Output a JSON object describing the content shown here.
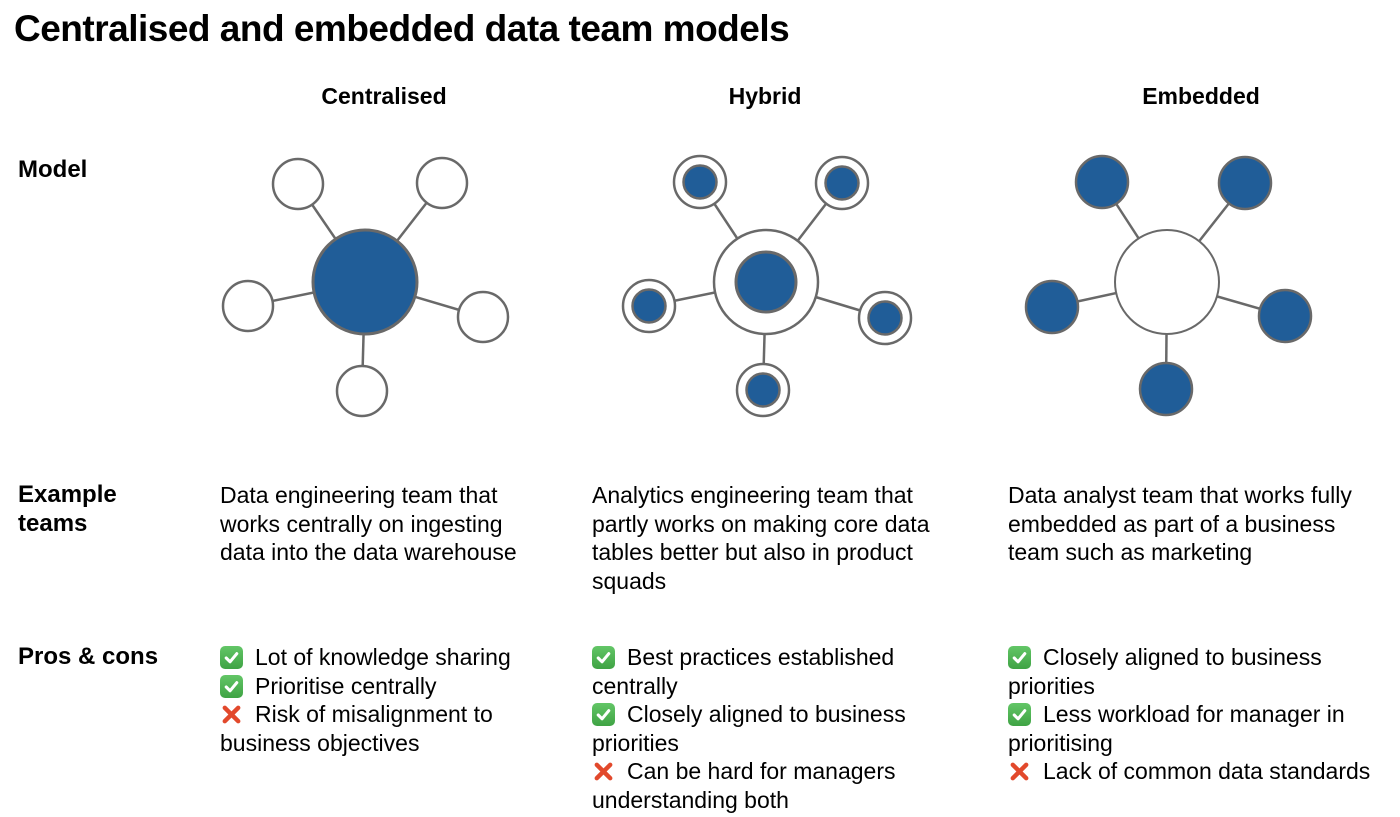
{
  "title": "Centralised and embedded data team models",
  "row_labels": {
    "model": "Model",
    "example_teams": "Example teams",
    "pros_cons": "Pros & cons"
  },
  "colors": {
    "node_blue": "#205D98",
    "node_stroke": "#696969",
    "check_green_light": "#63C667",
    "check_green_dark": "#3FA344",
    "cross_red": "#E2492C"
  },
  "columns": [
    {
      "header": "Centralised",
      "diagram": {
        "hub": "filled-blue",
        "satellites": "outlined-white"
      },
      "example_teams": "Data engineering team that works centrally on ingesting data into the data warehouse",
      "pros_cons": [
        {
          "type": "pro",
          "text": "Lot of knowledge sharing"
        },
        {
          "type": "pro",
          "text": "Prioritise centrally"
        },
        {
          "type": "con",
          "text": "Risk of misalignment to business objectives"
        }
      ]
    },
    {
      "header": "Hybrid",
      "diagram": {
        "hub": "white-ring-with-blue-core",
        "satellites": "white-ring-with-blue-core"
      },
      "example_teams": "Analytics engineering team that partly works on making core data tables better but also in product squads",
      "pros_cons": [
        {
          "type": "pro",
          "text": "Best practices established centrally"
        },
        {
          "type": "pro",
          "text": "Closely aligned to business priorities"
        },
        {
          "type": "con",
          "text": "Can be hard for managers understanding both"
        }
      ]
    },
    {
      "header": "Embedded",
      "diagram": {
        "hub": "outlined-white",
        "satellites": "filled-blue"
      },
      "example_teams": "Data analyst team that works fully embedded as part of a business team such as marketing",
      "pros_cons": [
        {
          "type": "pro",
          "text": "Closely aligned to business priorities"
        },
        {
          "type": "pro",
          "text": "Less workload for manager in prioritising"
        },
        {
          "type": "con",
          "text": "Lack of common data standards"
        }
      ]
    }
  ]
}
